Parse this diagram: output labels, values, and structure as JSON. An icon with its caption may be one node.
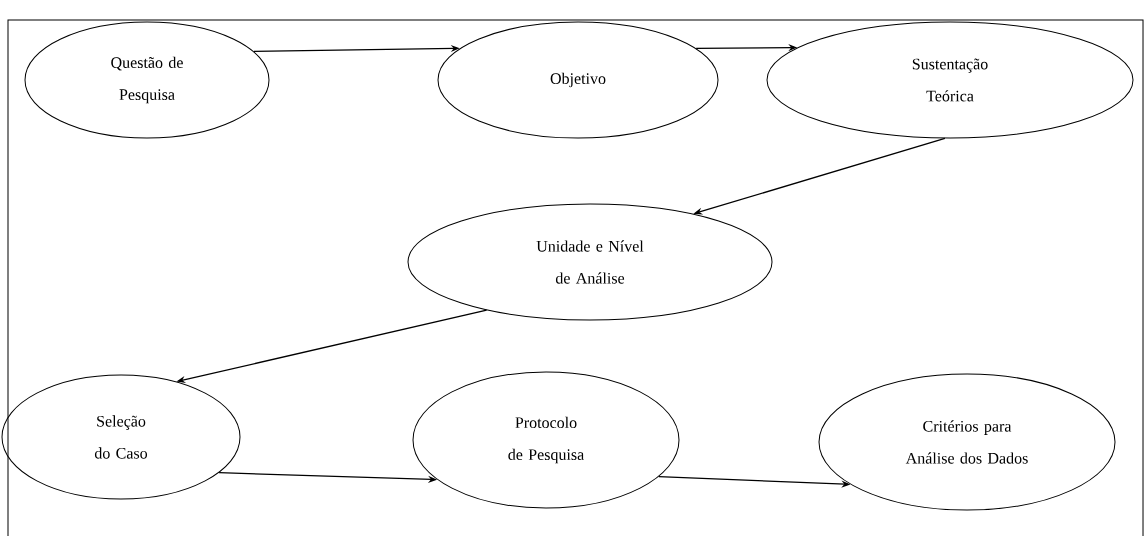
{
  "diagram": {
    "nodes": [
      {
        "text": [
          "Questão de Pesquisa"
        ]
      },
      {
        "text": [
          "Objetivo"
        ]
      },
      {
        "text": [
          "Sustentação Teórica"
        ]
      },
      {
        "text": [
          "Unidade e Nível de Análise"
        ]
      },
      {
        "text": [
          "Seleção do Caso"
        ]
      },
      {
        "text": [
          "Protocolo de Pesquisa"
        ]
      },
      {
        "text": [
          "Critérios para Análise dos Dados"
        ]
      }
    ],
    "edges": [
      {
        "from": 0,
        "to": 1,
        "arrow": "to"
      },
      {
        "from": 1,
        "to": 2,
        "arrow": "to"
      },
      {
        "from": 2,
        "to": 3,
        "arrow": "to"
      },
      {
        "from": 3,
        "to": 4,
        "arrow": "to"
      },
      {
        "from": 4,
        "to": 5,
        "arrow": "to"
      },
      {
        "from": 5,
        "to": 6,
        "arrow": "to"
      }
    ]
  }
}
